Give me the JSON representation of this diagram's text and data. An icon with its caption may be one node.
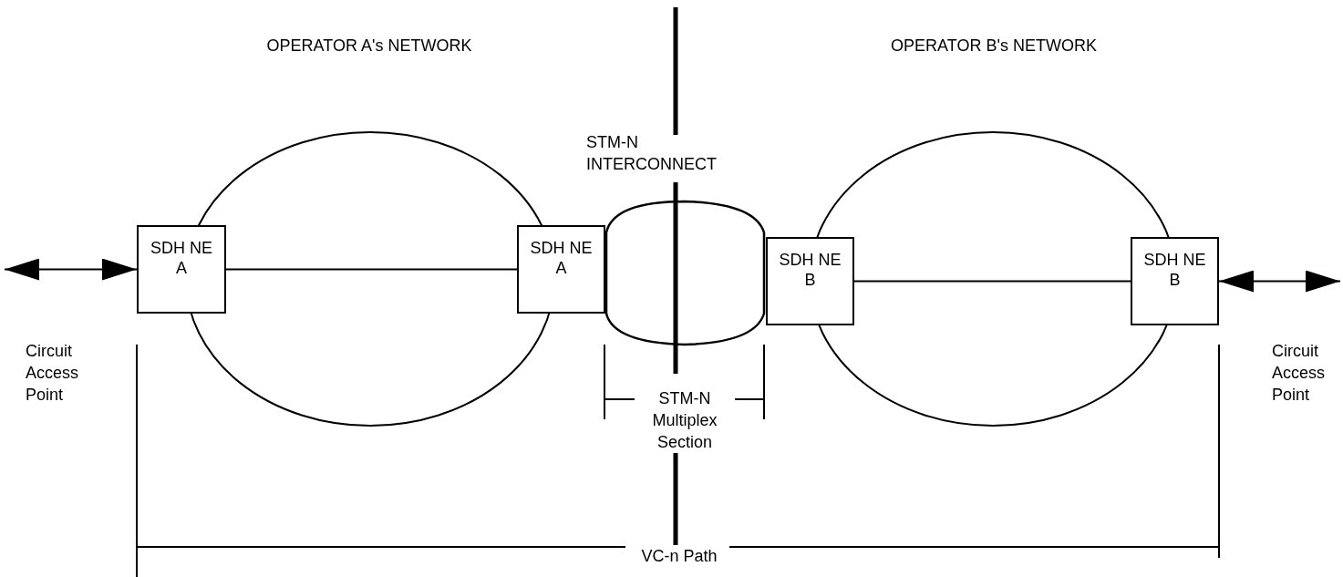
{
  "diagram": {
    "nodes": [
      {
        "text": [
          "SDH NE A"
        ]
      },
      {
        "text": [
          "SDH NE A"
        ]
      },
      {
        "text": [],
        "shape": "barrel"
      },
      {
        "text": [
          "SDH NE B"
        ]
      },
      {
        "text": [
          "SDH NE B"
        ]
      }
    ],
    "edges": [
      {
        "from": null,
        "to": 0,
        "arrow": "both"
      },
      {
        "from": 0,
        "to": 1,
        "arrow": "none"
      },
      {
        "from": 3,
        "to": 4,
        "arrow": "none"
      },
      {
        "from": 4,
        "to": null,
        "arrow": "both"
      }
    ],
    "labels": [
      "OPERATOR A's NETWORK",
      "OPERATOR B's NETWORK",
      "STM-N INTERCONNECT",
      "Circuit Access Point",
      "STM-N Multiplex Section",
      "Circuit Access Point",
      "VC-n Path"
    ]
  }
}
